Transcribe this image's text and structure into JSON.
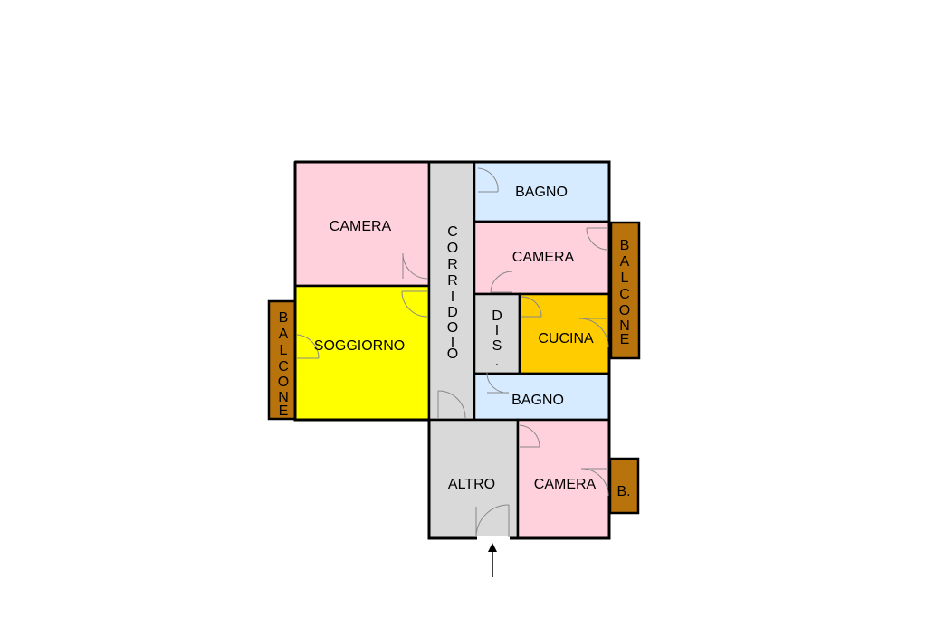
{
  "rooms": {
    "camera_top_left": "CAMERA",
    "soggiorno": "SOGGIORNO",
    "corridoio": [
      "C",
      "O",
      "R",
      "R",
      "I",
      "D",
      "O",
      "I",
      "O"
    ],
    "bagno_top": "BAGNO",
    "camera_middle_right": "CAMERA",
    "dis": [
      "D",
      "I",
      "S",
      "."
    ],
    "cucina": "CUCINA",
    "bagno_bottom": "BAGNO",
    "altro": "ALTRO",
    "camera_bottom_right": "CAMERA",
    "balcone_left": [
      "B",
      "A",
      "L",
      "C",
      "O",
      "N",
      "E"
    ],
    "balcone_right": [
      "B",
      "A",
      "L",
      "C",
      "O",
      "N",
      "E"
    ],
    "balcone_small": "B."
  },
  "colors": {
    "camera": "#ffd1dc",
    "soggiorno": "#ffff00",
    "bagno": "#d6ebff",
    "cucina": "#ffcc00",
    "corridor": "#d9d9d9",
    "balcone": "#b8730c"
  }
}
